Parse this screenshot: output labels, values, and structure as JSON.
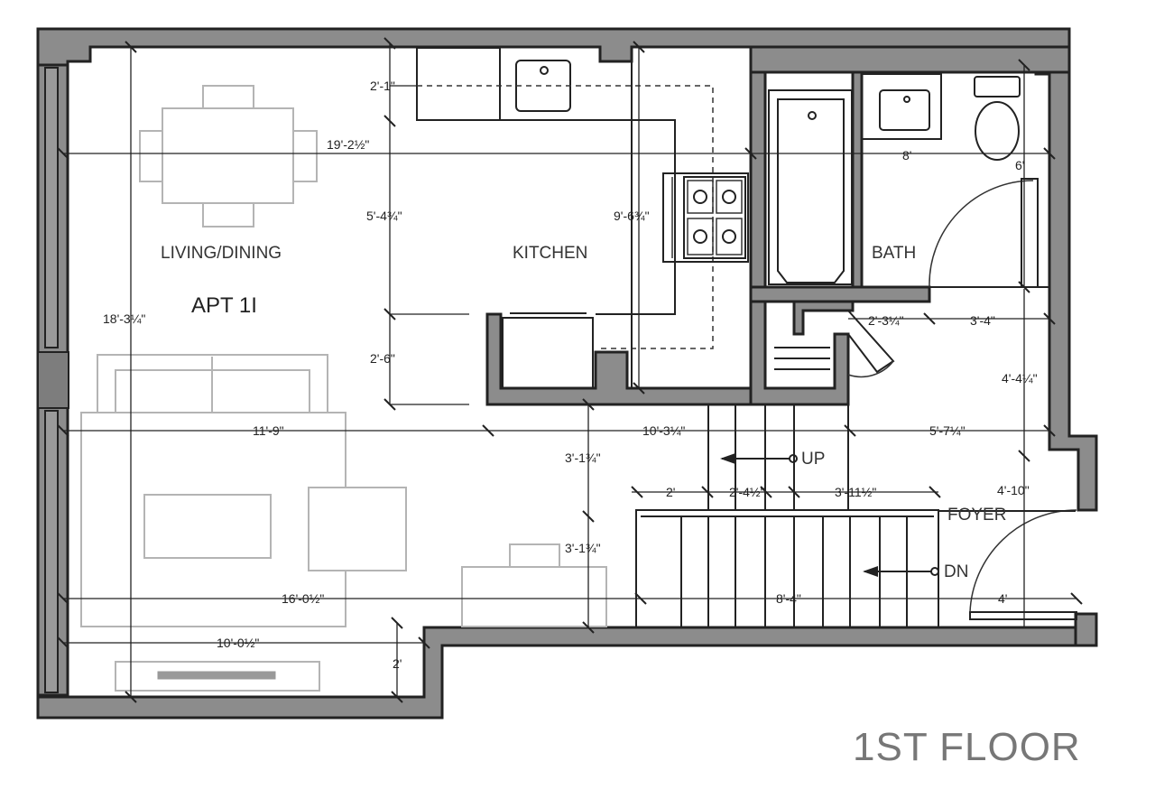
{
  "rooms": {
    "living_dining": "LIVING/DINING",
    "kitchen": "KITCHEN",
    "bath": "BATH",
    "foyer": "FOYER",
    "unit": "APT 1I",
    "floor": "1ST FLOOR"
  },
  "stairs": {
    "up": "UP",
    "down": "DN"
  },
  "dimensions": {
    "d_2_1": "2'-1\"",
    "d_19_2_5": "19'-2½\"",
    "d_5_4_75": "5'-4¾\"",
    "d_9_6_75": "9'-6¾\"",
    "d_8": "8'",
    "d_6": "6'",
    "d_18_3_25": "18'-3¼\"",
    "d_2_6": "2'-6\"",
    "d_2_3_25": "2'-3¼\"",
    "d_3_4": "3'-4\"",
    "d_4_4_25": "4'-4¼\"",
    "d_11_9": "11'-9\"",
    "d_10_3_25": "10'-3¼\"",
    "d_5_7_25": "5'-7¼\"",
    "d_3_1_75_a": "3'-1¾\"",
    "d_2": "2'",
    "d_2_4_5": "2'-4½\"",
    "d_3_11_5": "3'-11½\"",
    "d_4_10": "4'-10\"",
    "d_3_1_75_b": "3'-1¾\"",
    "d_16_0_5": "16'-0½\"",
    "d_8_4": "8'-4\"",
    "d_4": "4'",
    "d_10_0_5": "10'-0½\"",
    "d_2_b": "2'"
  }
}
